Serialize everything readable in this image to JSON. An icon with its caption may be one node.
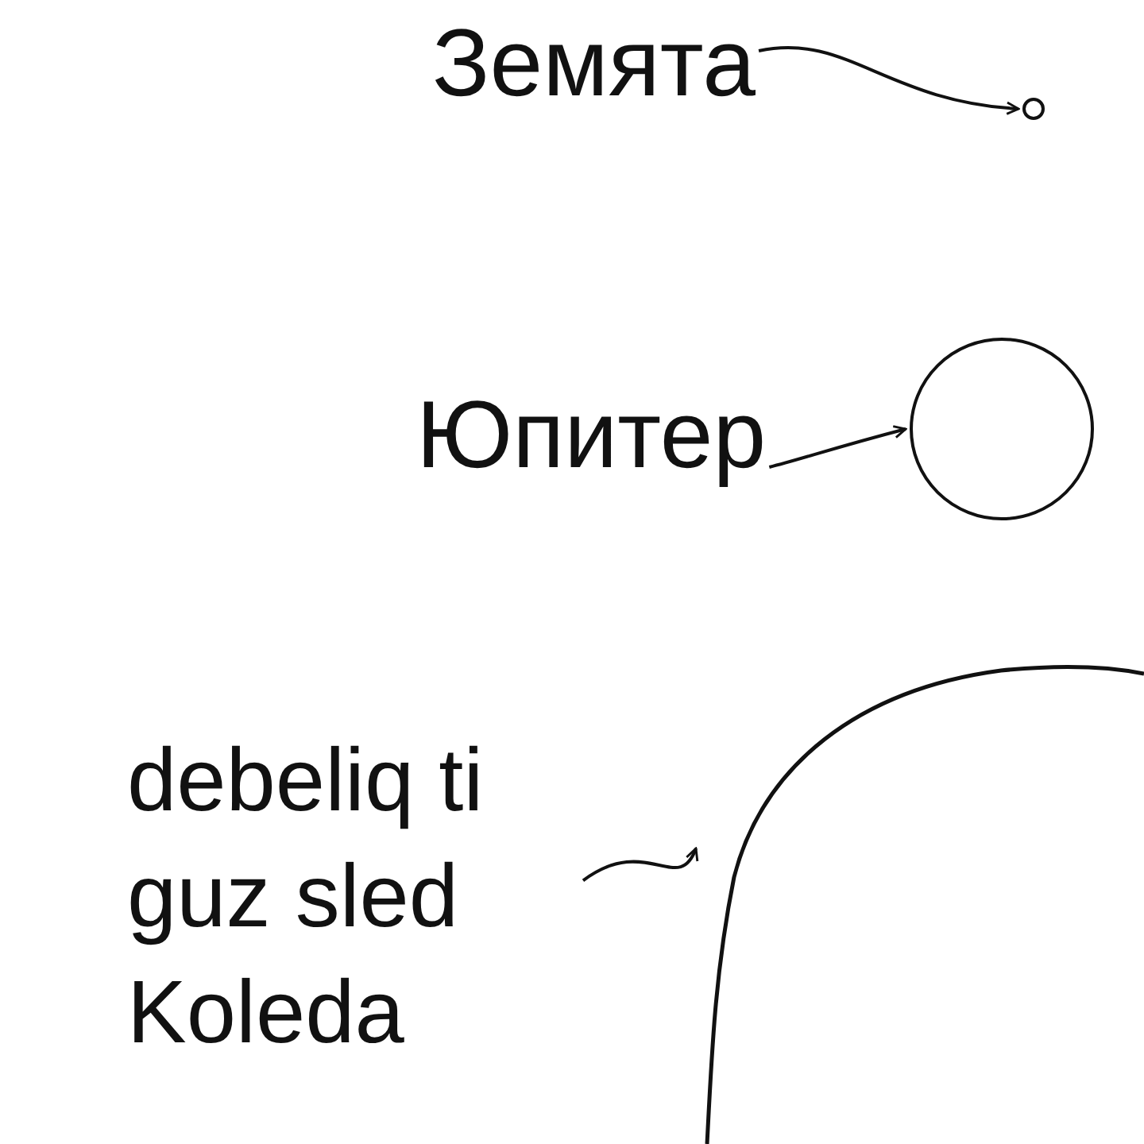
{
  "diagram": {
    "nodes": [
      {
        "text": [
          "Земята"
        ]
      },
      {
        "text": [],
        "shape": "circle"
      },
      {
        "text": [
          "Юпитер"
        ]
      },
      {
        "text": [],
        "shape": "circle"
      },
      {
        "text": [
          "debeliq ti guz sled Koleda"
        ]
      },
      {
        "text": [],
        "shape": "circle"
      }
    ],
    "edges": [
      {
        "from": 0,
        "to": 1,
        "arrow": "to"
      },
      {
        "from": 2,
        "to": 3,
        "arrow": "to"
      },
      {
        "from": 4,
        "to": 5,
        "arrow": "to"
      }
    ]
  }
}
